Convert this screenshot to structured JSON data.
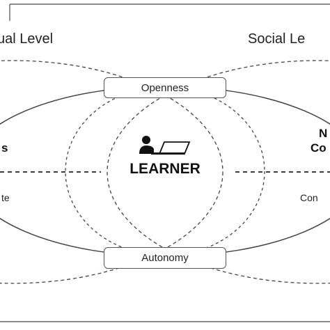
{
  "diagram": {
    "levels": {
      "left": "ual Level",
      "right": "Social Le"
    },
    "nodes": {
      "top": "Openness",
      "bottom": "Autonomy",
      "center": "LEARNER"
    },
    "fragments": {
      "left_upper": "s",
      "left_lower": "te",
      "right_upper_1": "N",
      "right_upper_2": "Co",
      "right_lower": "Con"
    },
    "icons": {
      "center": "learner-at-laptop-icon"
    }
  }
}
